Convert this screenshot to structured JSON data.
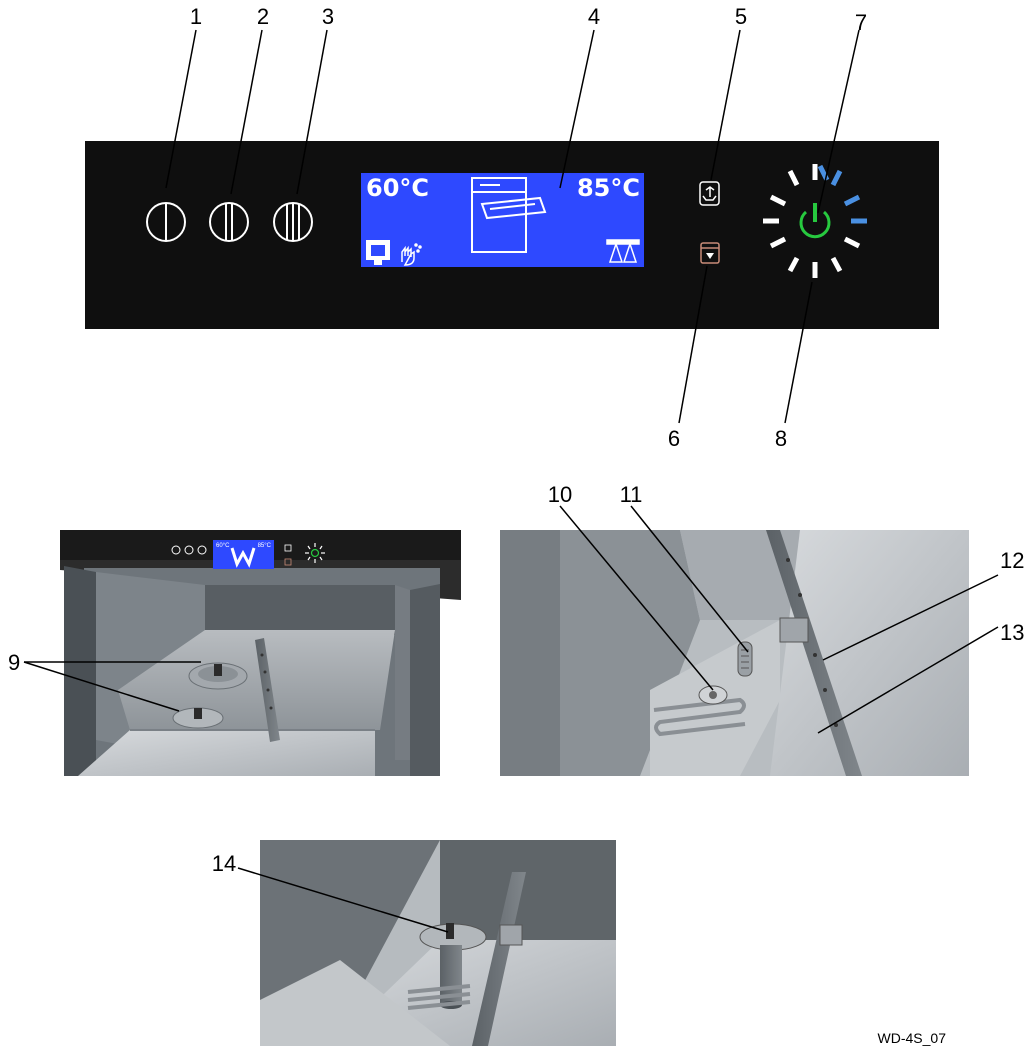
{
  "control_panel": {
    "display": {
      "left_temperature": "60°C",
      "right_temperature": "85°C",
      "colors": {
        "screen": "#2e49ff",
        "panel": "#0f0f0f",
        "power_ring_active": "#4a90e2",
        "power_symbol": "#27c93f"
      }
    },
    "callouts": [
      "1",
      "2",
      "3",
      "4",
      "5",
      "6",
      "7",
      "8"
    ]
  },
  "photo_left": {
    "callouts": [
      "9"
    ],
    "mini_display": {
      "left_temperature": "60°C",
      "right_temperature": "85°C"
    }
  },
  "photo_right": {
    "callouts": [
      "10",
      "11",
      "12",
      "13"
    ]
  },
  "photo_bottom": {
    "callouts": [
      "14"
    ]
  },
  "figure_id": "WD-4S_07"
}
